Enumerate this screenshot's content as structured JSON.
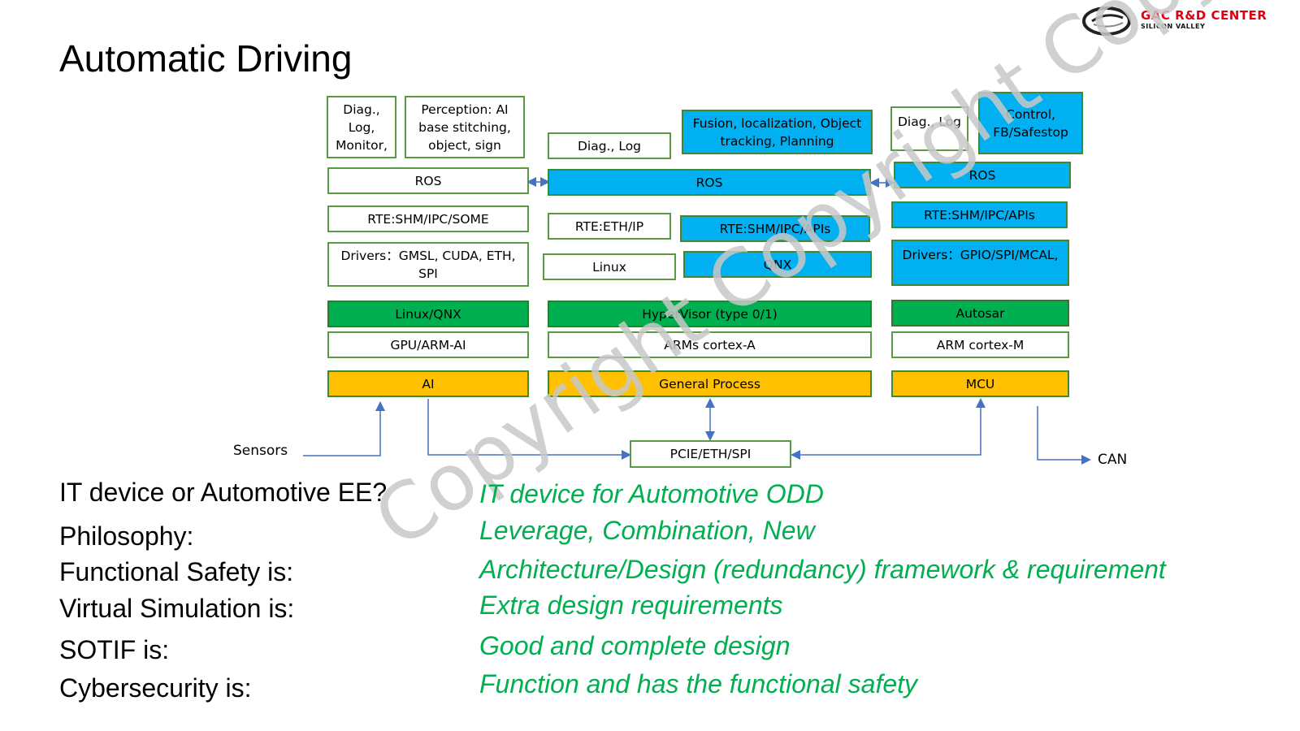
{
  "title": "Automatic Driving",
  "logo": {
    "name": "GAC R&D CENTER",
    "sub": "SILICON VALLEY"
  },
  "diagram": {
    "left": {
      "diag": "Diag., Log, Monitor,",
      "perception": "Perception: AI base stitching, object, sign",
      "ros": "ROS",
      "rte": "RTE:SHM/IPC/SOME",
      "drivers": "Drivers：GMSL,   CUDA, ETH, SPI",
      "os": "Linux/QNX",
      "hw": "GPU/ARM-AI",
      "chip": "AI"
    },
    "middle": {
      "diag": "Diag., Log",
      "fusion": "Fusion, localization, Object tracking, Planning",
      "ros": "ROS",
      "rte_eth": "RTE:ETH/IP",
      "rte_shm": "RTE:SHM/IPC/APIs",
      "linux": "Linux",
      "qnx": "QNX",
      "hypervisor": "HyperVisor   (type 0/1)",
      "hw": "ARMs cortex-A",
      "chip": "General Process"
    },
    "right": {
      "diag": "Diag., Log",
      "control": "Control, FB/Safestop",
      "ros": "ROS",
      "rte": "RTE:SHM/IPC/APIs",
      "drivers": "Drivers：GPIO/SPI/MCAL,",
      "os": "Autosar",
      "hw": "ARM cortex-M",
      "chip": "MCU"
    },
    "bus": "PCIE/ETH/SPI",
    "sensors": "Sensors",
    "can": "CAN"
  },
  "watermark": "Copyright Copyright Copyright",
  "qa": [
    {
      "q": "IT  device or Automotive EE?",
      "a": "IT device for Automotive ODD"
    },
    {
      "q": "Philosophy:",
      "a": "Leverage, Combination, New"
    },
    {
      "q": "Functional Safety is:",
      "a": "Architecture/Design (redundancy) framework & requirement"
    },
    {
      "q": "Virtual Simulation is:",
      "a": "Extra design requirements"
    },
    {
      "q": "SOTIF is:",
      "a": "Good and complete design"
    },
    {
      "q": "Cybersecurity is:",
      "a": "Function and has the functional safety"
    }
  ],
  "colors": {
    "blue": "#00b0f0",
    "green": "#00b050",
    "orange": "#ffc000",
    "arrow": "#4472c4"
  }
}
